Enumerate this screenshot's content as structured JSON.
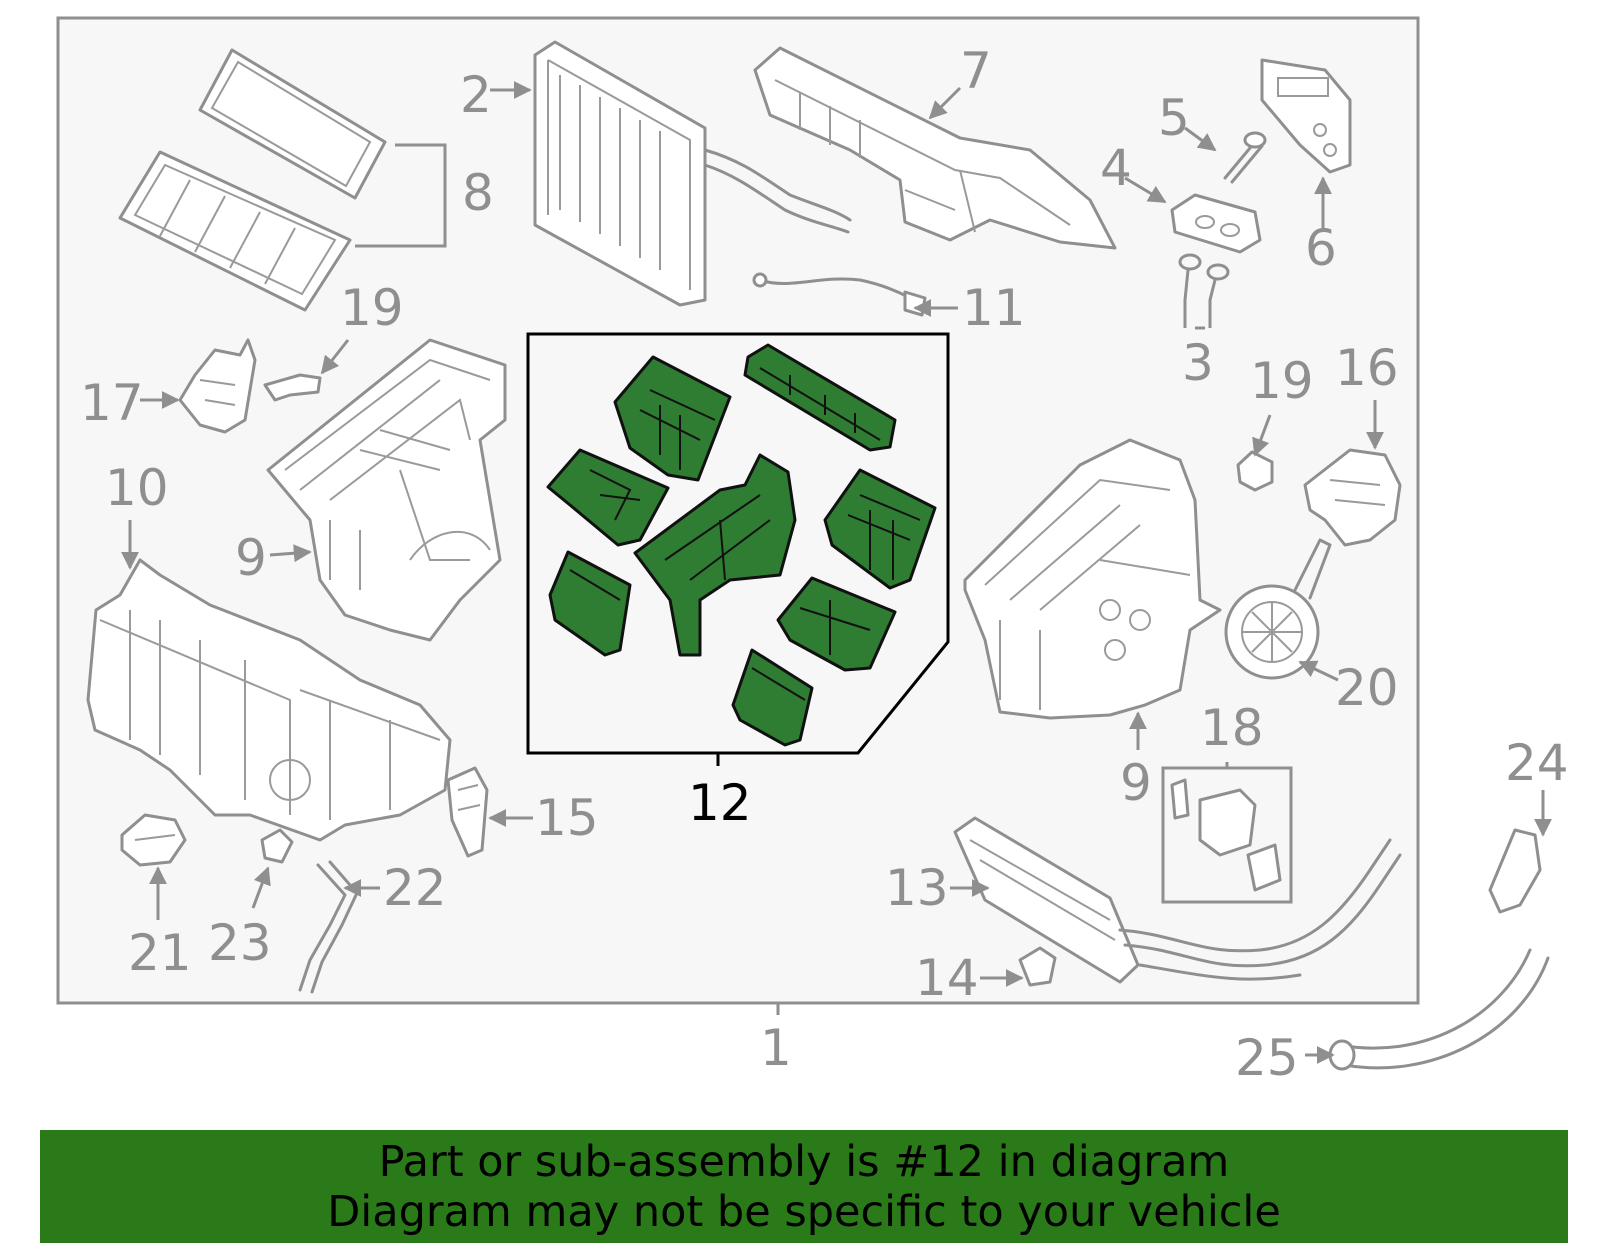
{
  "diagram": {
    "labels": {
      "n1": "1",
      "n2": "2",
      "n3": "3",
      "n4": "4",
      "n5": "5",
      "n6": "6",
      "n7": "7",
      "n8": "8",
      "n9a": "9",
      "n9b": "9",
      "n10": "10",
      "n11": "11",
      "n12": "12",
      "n13": "13",
      "n14": "14",
      "n15": "15",
      "n16": "16",
      "n17": "17",
      "n18": "18",
      "n19a": "19",
      "n19b": "19",
      "n20": "20",
      "n21": "21",
      "n22": "22",
      "n23": "23",
      "n24": "24",
      "n25": "25"
    },
    "highlighted_part": "12",
    "colors": {
      "highlight": "#2e7d32",
      "outline": "#8f8f8f",
      "panel": "#f7f7f7",
      "banner": "#2a7a1a"
    }
  },
  "banner": {
    "line1": "Part or sub-assembly is #12 in diagram",
    "line2": "Diagram may not be specific to your vehicle"
  }
}
